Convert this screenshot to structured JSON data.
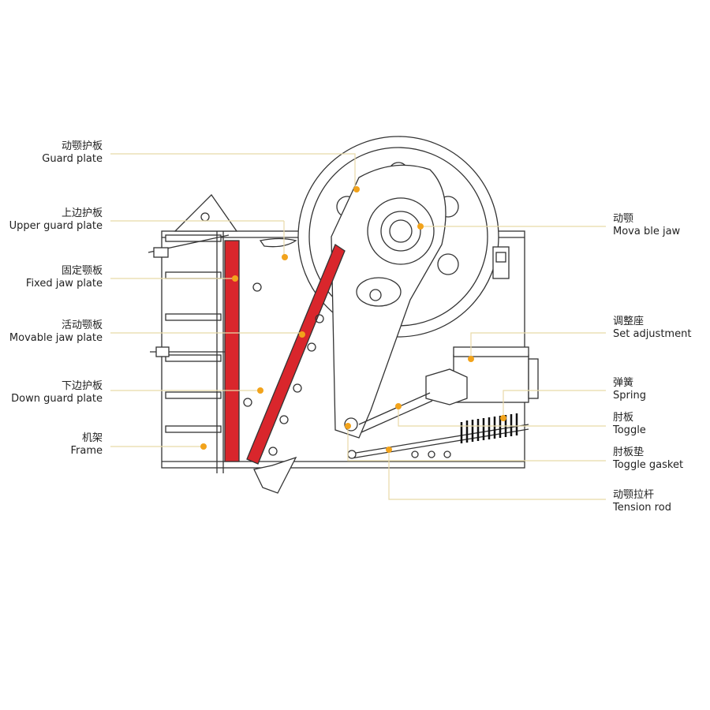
{
  "labels": [
    {
      "id": "guard-plate",
      "zh": "动颚护板",
      "en": "Guard plate"
    },
    {
      "id": "upper-guard-plate",
      "zh": "上边护板",
      "en": "Upper guard plate"
    },
    {
      "id": "fixed-jaw-plate",
      "zh": "固定颚板",
      "en": "Fixed jaw plate"
    },
    {
      "id": "movable-jaw-plate",
      "zh": "活动颚板",
      "en": "Movable jaw plate"
    },
    {
      "id": "down-guard-plate",
      "zh": "下边护板",
      "en": "Down guard plate"
    },
    {
      "id": "frame",
      "zh": "机架",
      "en": "Frame"
    },
    {
      "id": "movable-jaw",
      "zh": "动颚",
      "en": "Mova ble jaw"
    },
    {
      "id": "set-adjustment",
      "zh": "调整座",
      "en": "Set adjustment"
    },
    {
      "id": "spring",
      "zh": "弹簧",
      "en": "Spring"
    },
    {
      "id": "toggle",
      "zh": "肘板",
      "en": "Toggle"
    },
    {
      "id": "toggle-gasket",
      "zh": "肘板垫",
      "en": "Toggle gasket"
    },
    {
      "id": "tension-rod",
      "zh": "动颚拉杆",
      "en": "Tension rod"
    }
  ],
  "colors": {
    "jaw_plate": "#d9262c",
    "marker": "#f2a31b",
    "leader_line": "#e8d9a8",
    "outline": "#333333"
  }
}
